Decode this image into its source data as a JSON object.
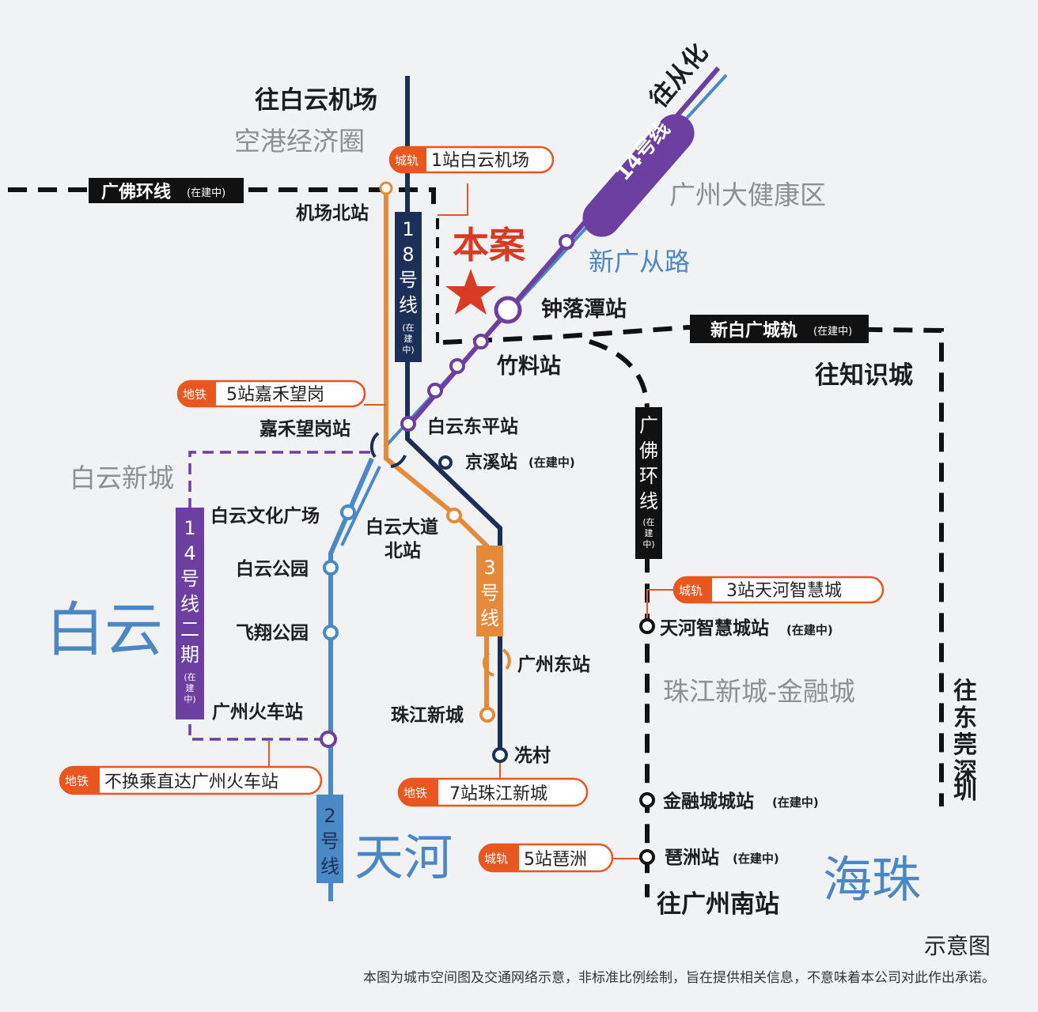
{
  "colors": {
    "line2": "#4a88c6",
    "line3": "#e58a3a",
    "line14": "#6d3fa0",
    "line18": "#1b2f57",
    "intercity": "#111111",
    "callout_red": "#e8571f",
    "star": "#d83a24",
    "district_blue": "#4b86c5",
    "grey_label": "#8d8f93"
  },
  "directions": {
    "airport": "往白云机场",
    "conghua": "往从化",
    "zhishicheng": "往知识城",
    "dongguan_shenzhen": "往东莞深圳",
    "guangzhou_south": "往广州南站"
  },
  "areas": {
    "airport_economic_zone": "空港经济圈",
    "health_zone": "广州大健康区",
    "xinguangcong_road": "新广从路",
    "baiyun_new_city": "白云新城",
    "zhujiang_finance": "珠江新城-金融城"
  },
  "districts": {
    "baiyun": "白云",
    "tianhe": "天河",
    "haizhu": "海珠"
  },
  "project": {
    "label": "本案",
    "icon": "star-icon"
  },
  "lines": {
    "guangfo_top": {
      "name": "广佛环线",
      "note": "(在建中)"
    },
    "xinbaiguang": {
      "name": "新白广城轨",
      "note": "(在建中)"
    },
    "guangfo_vertical": {
      "name": "广佛环线",
      "note": "(在建中)"
    },
    "line18": {
      "name": "18号线",
      "note": "(在建中)"
    },
    "line14_label": "14号线",
    "line14_phase2": {
      "name": "14号线二期",
      "note": "(在建中)"
    },
    "line3": "3号线",
    "line2": "2号线"
  },
  "stations": {
    "airport_north": "机场北站",
    "zhongluotan": "钟落潭站",
    "zhuliao": "竹料站",
    "baiyun_dongping": "白云东平站",
    "jingxi": {
      "name": "京溪站",
      "note": "(在建中)"
    },
    "jiahe_wanggang": "嘉禾望岗站",
    "baiyun_cultural_square": "白云文化广场",
    "baiyun_avenue_north": [
      "白云大道",
      "北站"
    ],
    "baiyun_park": "白云公园",
    "feixiang_park": "飞翔公园",
    "guangzhou_railway": "广州火车站",
    "guangzhou_east": "广州东站",
    "zhujiang_new_town": "珠江新城",
    "xiancun": "冼村",
    "tianhe_smart_city": {
      "name": "天河智慧城站",
      "note": "(在建中)"
    },
    "financial_city": {
      "name": "金融城城站",
      "note": "(在建中)"
    },
    "pazhou": {
      "name": "琶洲站",
      "note": "(在建中)"
    }
  },
  "callouts": [
    {
      "tag": "城轨",
      "text": "1站白云机场"
    },
    {
      "tag": "地铁",
      "text": "5站嘉禾望岗"
    },
    {
      "tag": "城轨",
      "text": "3站天河智慧城"
    },
    {
      "tag": "地铁",
      "text": "不换乘直达广州火车站"
    },
    {
      "tag": "地铁",
      "text": "7站珠江新城"
    },
    {
      "tag": "城轨",
      "text": "5站琶洲"
    }
  ],
  "footer": {
    "schematic": "示意图",
    "disclaimer": "本图为城市空间图及交通网络示意，非标准比例绘制，旨在提供相关信息，不意味着本公司对此作出承诺。"
  }
}
